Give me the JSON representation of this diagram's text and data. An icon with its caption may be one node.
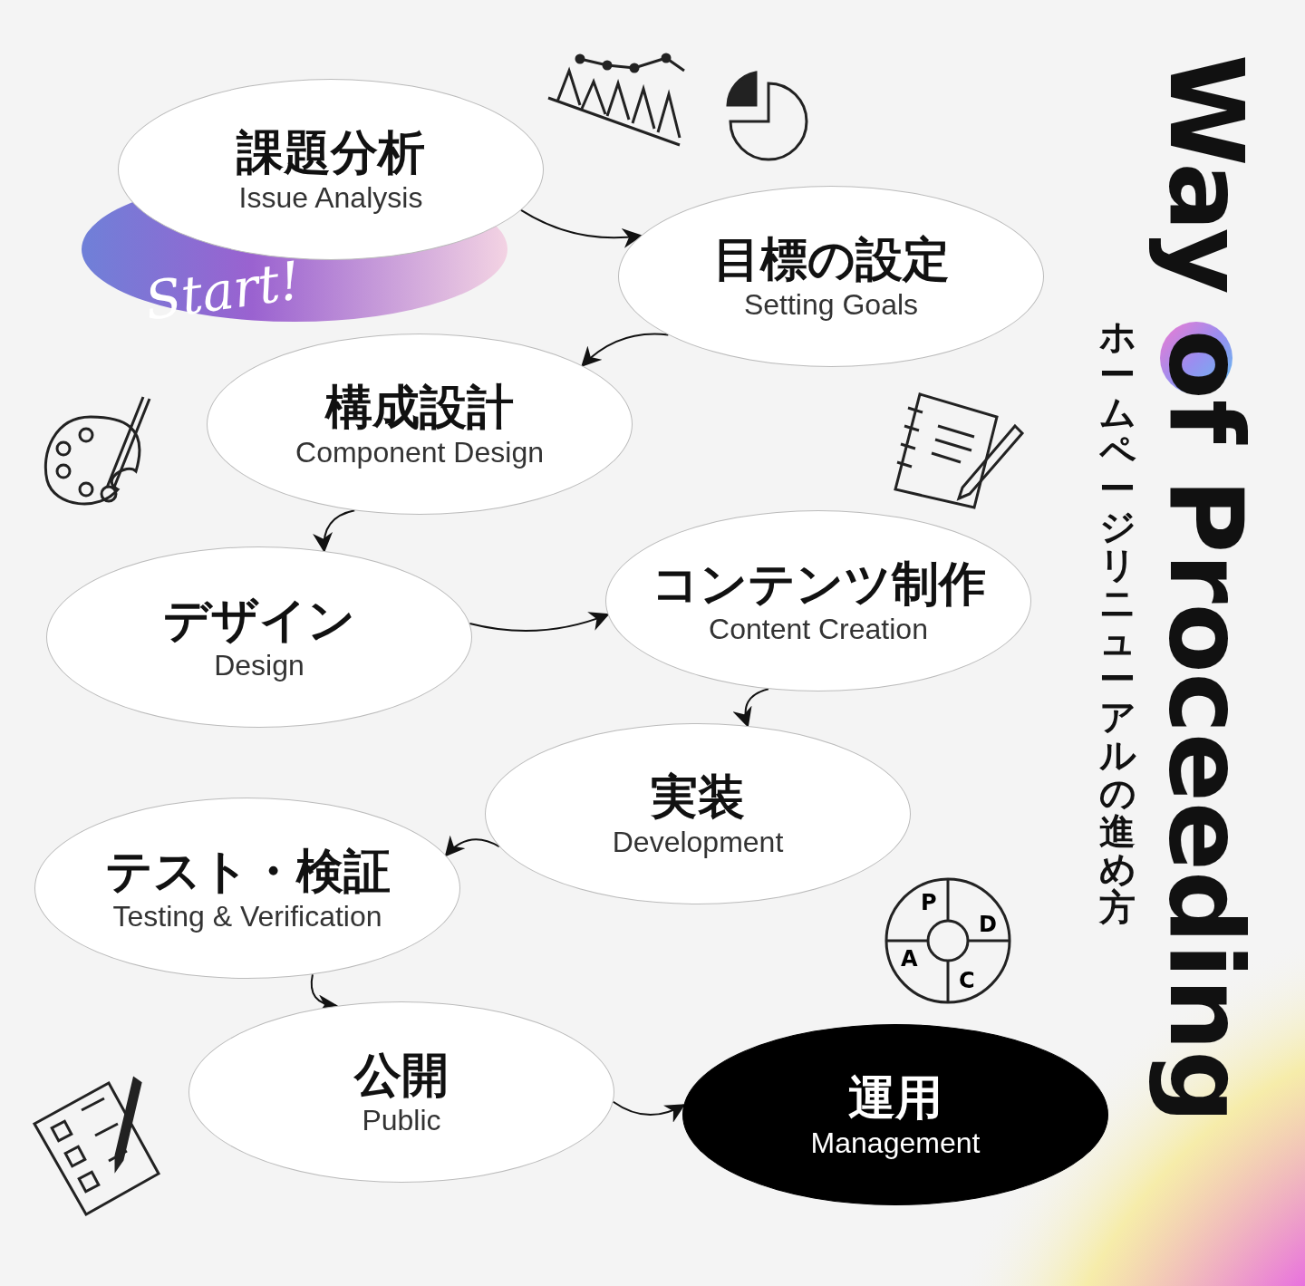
{
  "diagram": {
    "title": "Way of Proceeding",
    "nodes": [
      {
        "text": [
          "課題分析",
          "Issue Analysis"
        ]
      },
      {
        "text": [
          "目標の設定",
          "Setting Goals"
        ]
      },
      {
        "text": [
          "構成設計",
          "Component Design"
        ]
      },
      {
        "text": [
          "デザイン",
          "Design"
        ]
      },
      {
        "text": [
          "コンテンツ制作",
          "Content Creation"
        ]
      },
      {
        "text": [
          "実装",
          "Development"
        ]
      },
      {
        "text": [
          "テスト・検証",
          "Testing & Verification"
        ]
      },
      {
        "text": [
          "公開",
          "Public"
        ]
      },
      {
        "text": [
          "運用",
          "Management"
        ]
      }
    ],
    "edges": [
      {
        "from": 0,
        "to": 1,
        "arrow": "to"
      },
      {
        "from": 1,
        "to": 2,
        "arrow": "to"
      },
      {
        "from": 2,
        "to": 3,
        "arrow": "to"
      },
      {
        "from": 3,
        "to": 4,
        "arrow": "to"
      },
      {
        "from": 4,
        "to": 5,
        "arrow": "to"
      },
      {
        "from": 5,
        "to": 6,
        "arrow": "to"
      },
      {
        "from": 6,
        "to": 7,
        "arrow": "to"
      },
      {
        "from": 7,
        "to": 8,
        "arrow": "to"
      }
    ],
    "labels": [
      "ホームページリニューアルの進め方",
      "Start!",
      "P",
      "D",
      "A",
      "C"
    ]
  }
}
